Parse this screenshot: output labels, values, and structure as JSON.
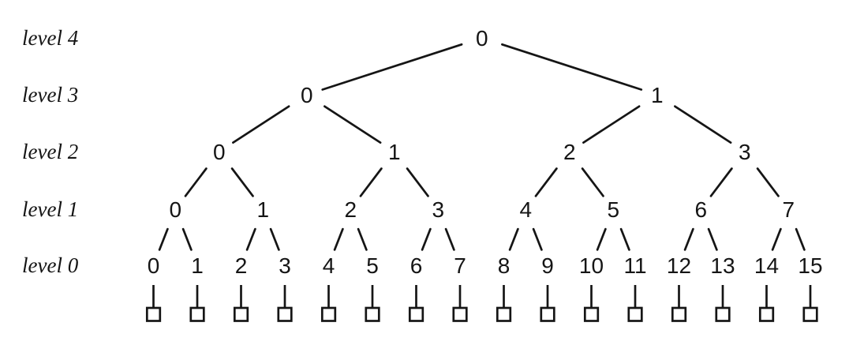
{
  "figure": {
    "description": "binary tree with 5 levels, leaves numbered 0-15, each leaf pointing to an empty storage box",
    "colors": {
      "background": "#ffffff",
      "ink": "#151515"
    },
    "levels": [
      {
        "label": "level 4",
        "nodes": [
          "0"
        ]
      },
      {
        "label": "level 3",
        "nodes": [
          "0",
          "1"
        ]
      },
      {
        "label": "level 2",
        "nodes": [
          "0",
          "1",
          "2",
          "3"
        ]
      },
      {
        "label": "level 1",
        "nodes": [
          "0",
          "1",
          "2",
          "3",
          "4",
          "5",
          "6",
          "7"
        ]
      },
      {
        "label": "level 0",
        "nodes": [
          "0",
          "1",
          "2",
          "3",
          "4",
          "5",
          "6",
          "7",
          "8",
          "9",
          "10",
          "11",
          "12",
          "13",
          "14",
          "15"
        ]
      }
    ],
    "leaf_boxes": {
      "count": 16,
      "shape": "empty-square"
    }
  }
}
